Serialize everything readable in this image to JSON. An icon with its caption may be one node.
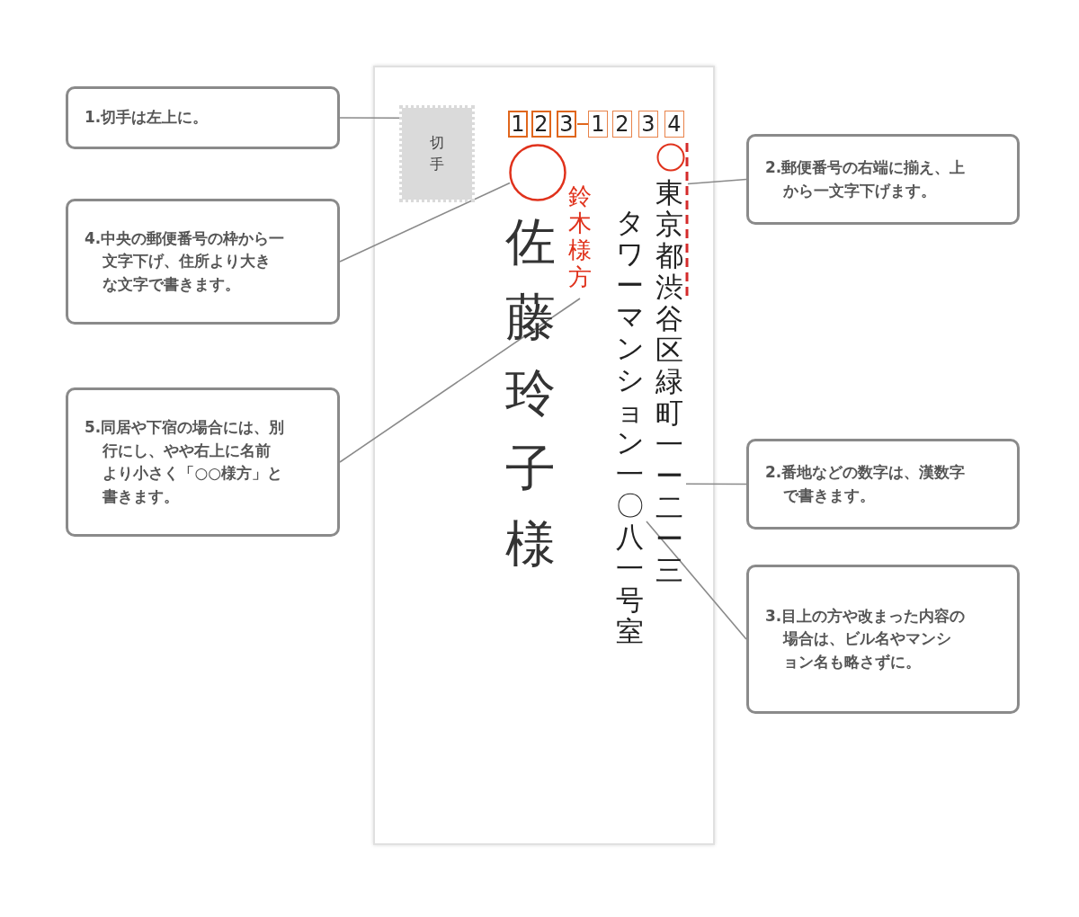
{
  "diagram": {
    "nodes": [
      {
        "text": [],
        "shape": "box"
      },
      {
        "text": [
          "切手"
        ],
        "in": 0
      },
      {
        "text": [],
        "shape": "circle",
        "in": 0
      },
      {
        "text": [],
        "shape": "circle",
        "in": 0
      },
      {
        "text": [
          "東京都渋谷区緑町一ー二ー三"
        ],
        "in": 0
      },
      {
        "text": [
          "タワーマンション一〇八一号室"
        ],
        "in": 0
      },
      {
        "text": [
          "鈴木様方"
        ],
        "in": 0
      },
      {
        "text": [
          "佐藤玲子様"
        ],
        "in": 0
      },
      {
        "text": [
          "1.切手は左上に。"
        ]
      },
      {
        "text": [
          "2.郵便番号の右端に揃え、上から一文字下げます。"
        ]
      },
      {
        "text": [
          "4.中央の郵便番号の枠から一文字下げ、住所より大きな文字で書きます。"
        ]
      },
      {
        "text": [
          "5.同居や下宿の場合には、別行にし、やや右上に名前より小さく「○○様方」と書きます。"
        ]
      },
      {
        "text": [
          "2.番地などの数字は、漢数字で書きます。"
        ]
      },
      {
        "text": [
          "3.目上の方や改まった内容の場合は、ビル名やマンション名も略さずに。"
        ]
      },
      {
        "text": [],
        "shape": "bar",
        "in": 0
      }
    ],
    "edges": [
      {
        "from": 8,
        "to": 1,
        "arrow": "none"
      },
      {
        "from": 9,
        "to": 14,
        "arrow": "none"
      },
      {
        "from": 10,
        "to": 2,
        "arrow": "none"
      },
      {
        "from": 11,
        "to": 6,
        "arrow": "none"
      },
      {
        "from": 12,
        "to": 4,
        "arrow": "none"
      },
      {
        "from": 13,
        "to": 5,
        "arrow": "none"
      }
    ],
    "labels": [
      "1",
      "2",
      "3",
      "1",
      "2",
      "3",
      "4"
    ]
  }
}
